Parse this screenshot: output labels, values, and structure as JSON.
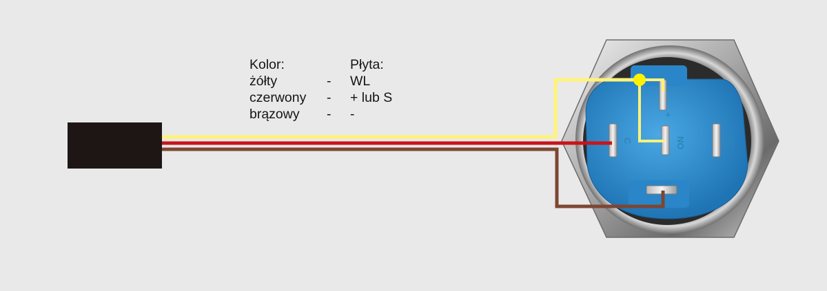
{
  "legend": {
    "header_color": "Kolor:",
    "header_board": "Płyta:",
    "rows": [
      {
        "color": "żółty",
        "sep": "-",
        "board": "WL"
      },
      {
        "color": "czerwony",
        "sep": "-",
        "board": "+ lub S"
      },
      {
        "color": "brązowy",
        "sep": "-",
        "board": "-"
      }
    ]
  },
  "switch": {
    "pin_labels": {
      "plus": "+",
      "c": "C",
      "no": "NO",
      "nc": "NC"
    }
  },
  "colors": {
    "background": "#e9e9e9",
    "connector": "#1d1614",
    "wire_yellow": "#fff27a",
    "wire_red": "#c8141c",
    "wire_brown": "#7e4632",
    "switch_body": "#2f8fd0",
    "metal": "#9a9a9a"
  }
}
